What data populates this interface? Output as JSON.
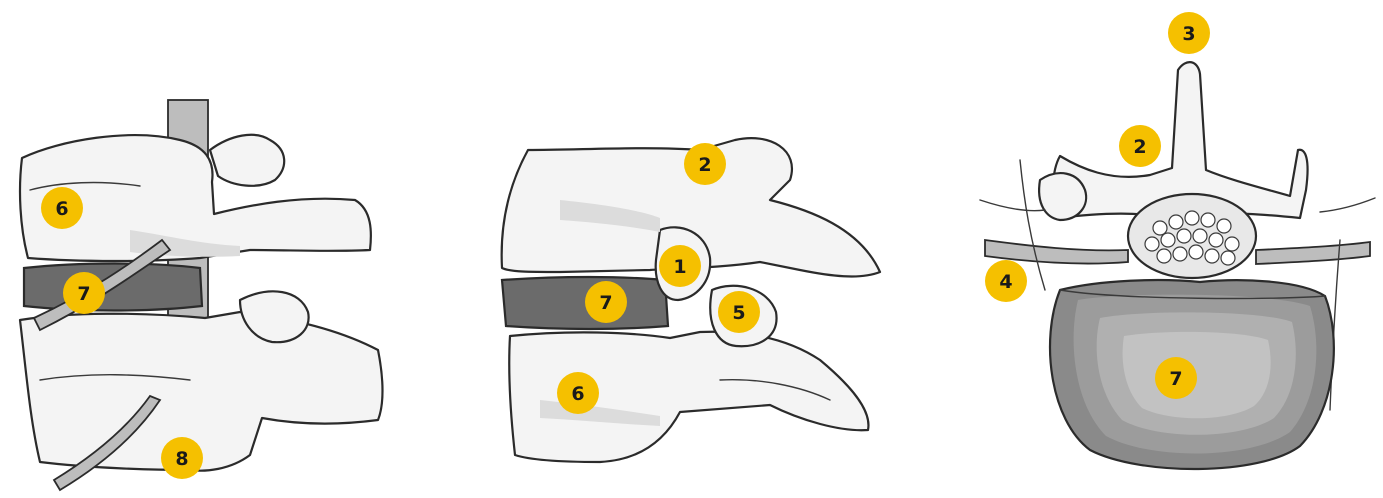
{
  "colors": {
    "badge": "#F5C000",
    "badge_text": "#1a1a1a",
    "bone": "#f4f4f4",
    "disc": "#6b6b6b",
    "outline": "#2b2b2b"
  },
  "views": [
    {
      "id": "posterior-view",
      "labels": [
        "6",
        "7",
        "8"
      ]
    },
    {
      "id": "lateral-view",
      "labels": [
        "2",
        "1",
        "7",
        "5",
        "6"
      ]
    },
    {
      "id": "axial-view",
      "labels": [
        "3",
        "2",
        "4",
        "7"
      ]
    }
  ]
}
